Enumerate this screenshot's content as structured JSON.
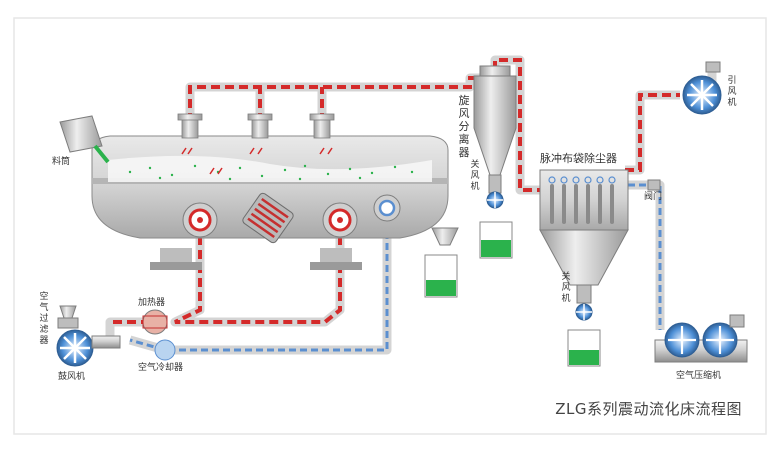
{
  "diagram": {
    "title": "ZLG系列震动流化床流程图",
    "labels": {
      "feed": "料筒",
      "cyclone": "旋风分离器",
      "valve_cyclone": "关风机",
      "bag_filter": "脉冲布袋除尘器",
      "valve_filter": "关风机",
      "induced_fan": "引风机",
      "gate_valve": "阀门",
      "air_filter": "空气过滤器",
      "blower": "鼓风机",
      "heater": "加热器",
      "cooler": "空气冷却器",
      "compressor": "空气压缩机"
    },
    "colors": {
      "hot_air": "#d42a2a",
      "cool_air": "#5b8fd0",
      "pipe": "#d9d9d9",
      "product": "#2bb24c",
      "fan_blade": "#3f86d6"
    }
  }
}
